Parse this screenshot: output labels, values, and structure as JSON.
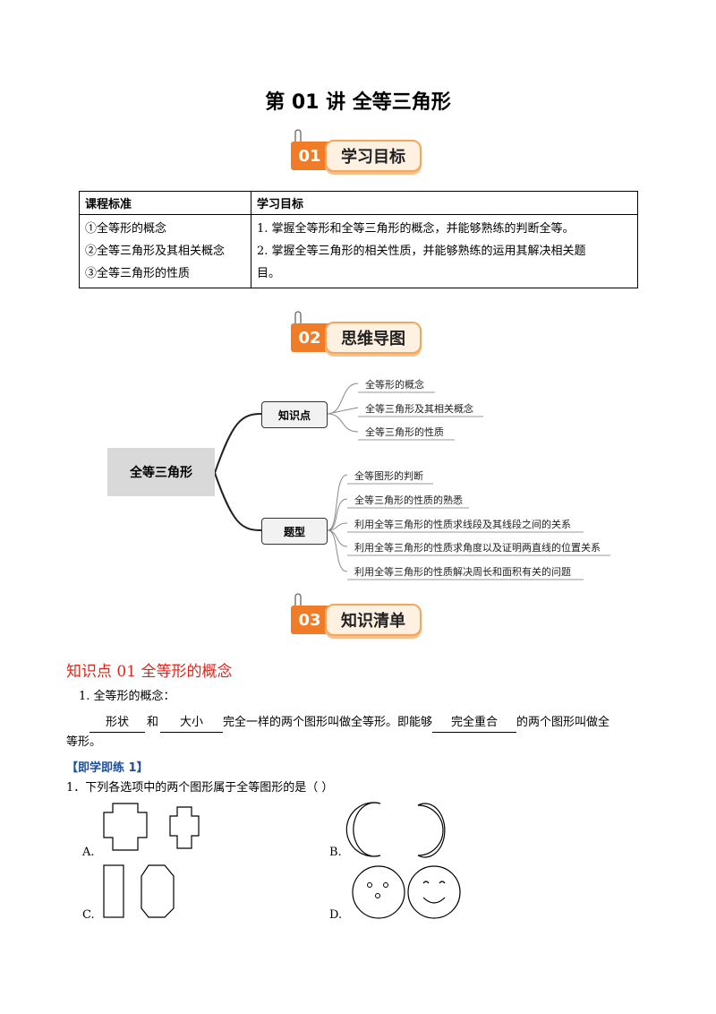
{
  "title": "第 01 讲  全等三角形",
  "banners": [
    {
      "num": "01",
      "label": "学习目标"
    },
    {
      "num": "02",
      "label": "思维导图"
    },
    {
      "num": "03",
      "label": "知识清单"
    }
  ],
  "goals_table": {
    "headers": [
      "课程标准",
      "学习目标"
    ],
    "standards": [
      "①全等形的概念",
      "②全等三角形及其相关概念",
      "③全等三角形的性质"
    ],
    "objectives": [
      "1. 掌握全等形和全等三角形的概念，并能够熟练的判断全等。",
      "2. 掌握全等三角形的相关性质，并能够熟练的运用其解决相关题",
      "目。"
    ]
  },
  "mindmap": {
    "root": "全等三角形",
    "branches": [
      {
        "label": "知识点",
        "items": [
          "全等形的概念",
          "全等三角形及其相关概念",
          "全等三角形的性质"
        ]
      },
      {
        "label": "题型",
        "items": [
          "全等图形的判断",
          "全等三角形的性质的熟悉",
          "利用全等三角形的性质求线段及其线段之间的关系",
          "利用全等三角形的性质求角度以及证明两直线的位置关系",
          "利用全等三角形的性质解决周长和面积有关的问题"
        ]
      }
    ]
  },
  "section": {
    "title": "知识点 01    全等形的概念",
    "item1": "1. 全等形的概念：",
    "blank1": "形状",
    "and": "和",
    "blank2": "大小",
    "text1": "完全一样的两个图形叫做全等形。即能够",
    "blank3": "完全重合",
    "text2": "的两个图形叫做全",
    "text3": "等形。"
  },
  "practice": {
    "title": "【即学即练 1】",
    "question": "1．下列各选项中的两个图形属于全等图形的是（        ）",
    "options": [
      "A.",
      "B.",
      "C.",
      "D."
    ]
  },
  "colors": {
    "accent": "#f07c27",
    "section_red": "#e1251b",
    "practice_blue": "#1f4e9a"
  }
}
